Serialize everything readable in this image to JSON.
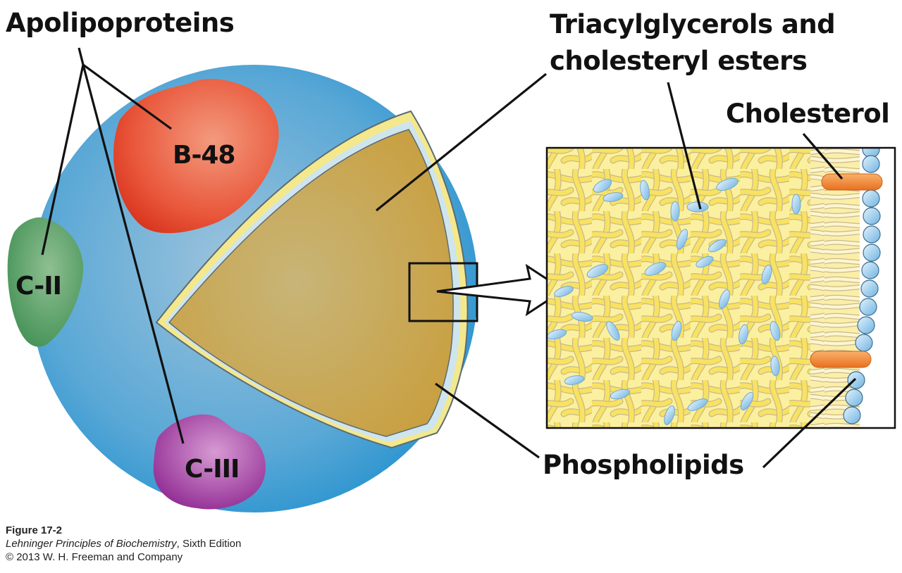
{
  "labels": {
    "apolipoproteins": "Apolipoproteins",
    "core_line1": "Triacylglycerols and",
    "core_line2": "cholesteryl esters",
    "cholesterol": "Cholesterol",
    "phospholipids": "Phospholipids"
  },
  "proteins": [
    {
      "id": "B-48",
      "label": "B-48",
      "color": "#e5452b"
    },
    {
      "id": "C-II",
      "label": "C-II",
      "color": "#4e9a63"
    },
    {
      "id": "C-III",
      "label": "C-III",
      "color": "#9b2f9a"
    }
  ],
  "caption": {
    "figure": "Figure 17-2",
    "book_title": "Lehninger Principles of Biochemistry",
    "edition": ", Sixth Edition",
    "copyright": "© 2013 W. H. Freeman and Company"
  },
  "colors": {
    "particle_surface": "#3fa3d6",
    "core": "#c9ad5a",
    "monolayer": "#f6e98d",
    "tails": "#f7e468",
    "cholesterol": "#ef8a32",
    "headgroup": "#a8d4ef",
    "ester": "#9fcdee",
    "line": "#111111"
  }
}
